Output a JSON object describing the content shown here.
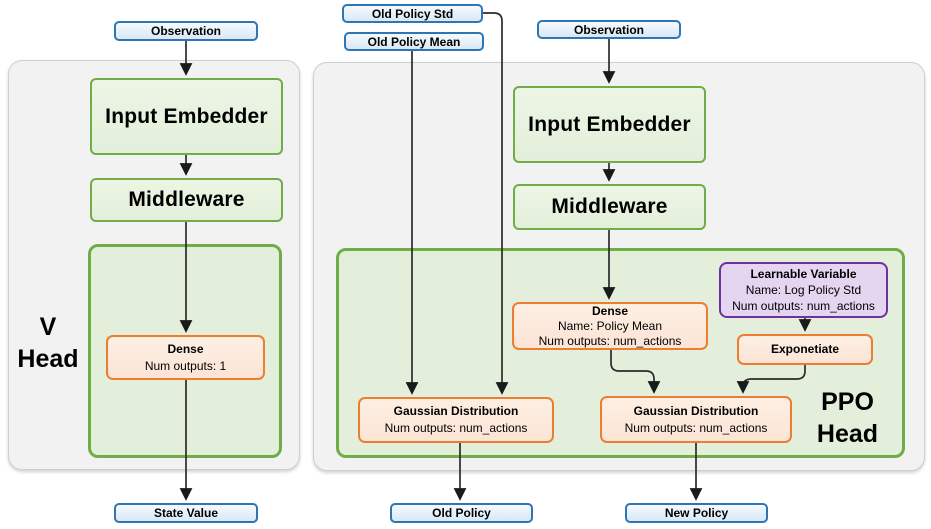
{
  "left": {
    "observation": "Observation",
    "input_embedder": "Input Embedder",
    "middleware": "Middleware",
    "head_line1": "V",
    "head_line2": "Head",
    "dense": {
      "title": "Dense",
      "outputs": "Num outputs: 1"
    },
    "output": "State Value"
  },
  "right": {
    "old_policy_std": "Old Policy Std",
    "old_policy_mean": "Old Policy Mean",
    "observation": "Observation",
    "input_embedder": "Input Embedder",
    "middleware": "Middleware",
    "head_line1": "PPO",
    "head_line2": "Head",
    "dense": {
      "title": "Dense",
      "name": "Name: Policy Mean",
      "outputs": "Num outputs: num_actions"
    },
    "learnable": {
      "title": "Learnable Variable",
      "name": "Name: Log Policy Std",
      "outputs": "Num outputs: num_actions"
    },
    "exponetiate": "Exponetiate",
    "gaussian_old": {
      "title": "Gaussian Distribution",
      "outputs": "Num outputs: num_actions"
    },
    "gaussian_new": {
      "title": "Gaussian Distribution",
      "outputs": "Num outputs: num_actions"
    },
    "output_old": "Old Policy",
    "output_new": "New Policy"
  },
  "colors": {
    "green_border": "#70AD47",
    "green_fill": "#E2EFDA",
    "blue_border": "#2E75B6",
    "blue_fill": "#DEEBF7",
    "orange_border": "#ED7D31",
    "orange_fill": "#FCE4D6",
    "purple_border": "#7030A0",
    "purple_fill": "#E4D5F0",
    "panel_fill": "#F2F2F2",
    "connector": "#2B2B2B"
  }
}
